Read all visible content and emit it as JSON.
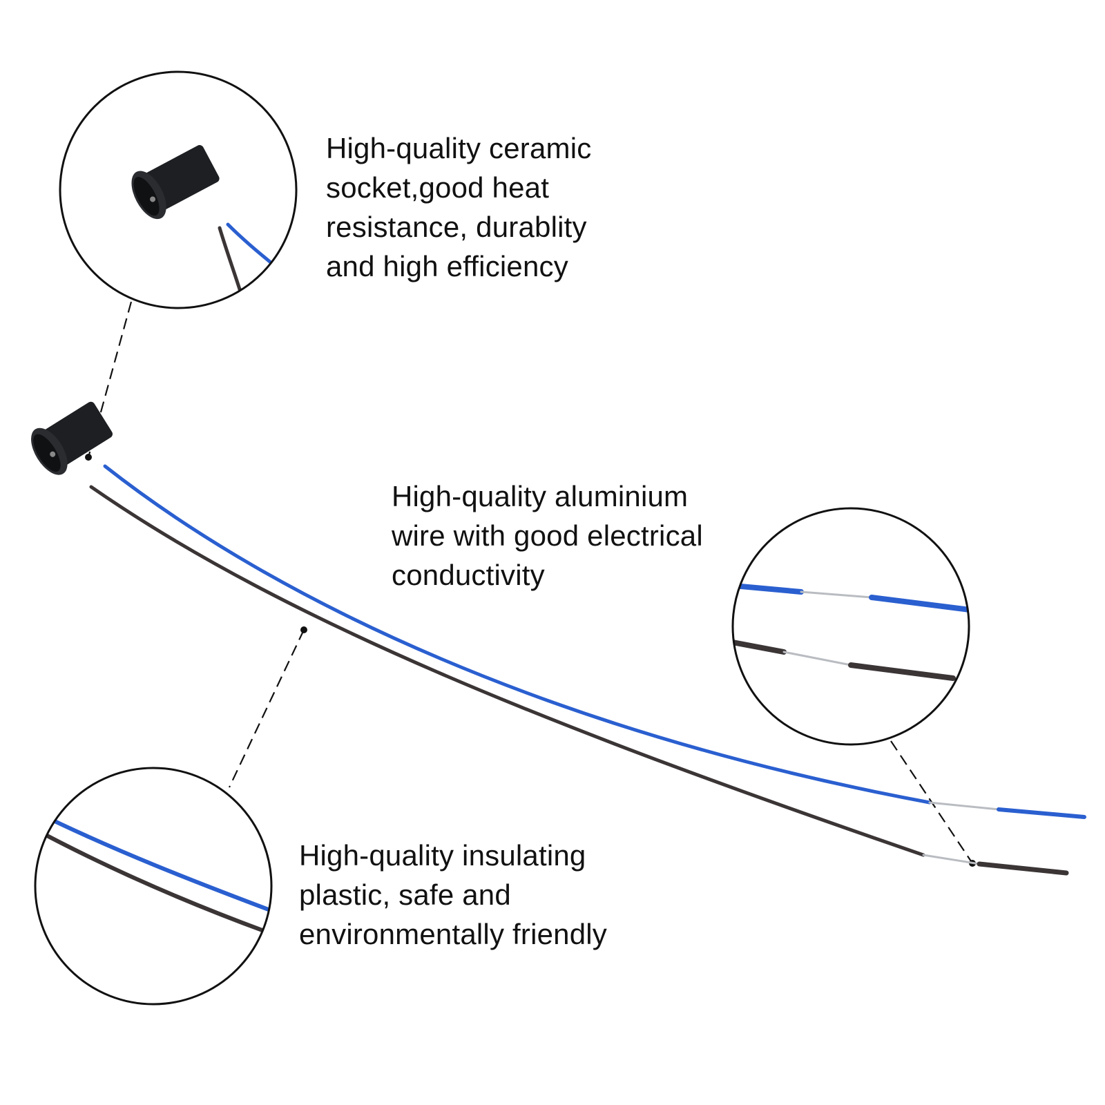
{
  "features": {
    "ceramic_socket": {
      "lines": [
        "High-quality ceramic",
        "socket,good heat",
        "resistance, durablity",
        "and high efficiency"
      ]
    },
    "aluminium_wire": {
      "lines": [
        "High-quality aluminium",
        "wire with good electrical",
        "conductivity"
      ]
    },
    "insulating_plastic": {
      "lines": [
        "High-quality insulating",
        "plastic, safe and",
        "environmentally friendly"
      ]
    }
  },
  "colors": {
    "blue_wire": "#2a5fd0",
    "dark_wire": "#3b3536",
    "bare_wire": "#b9bcc1",
    "socket": "#1d1f22",
    "outline": "#111111",
    "text": "#111111"
  }
}
